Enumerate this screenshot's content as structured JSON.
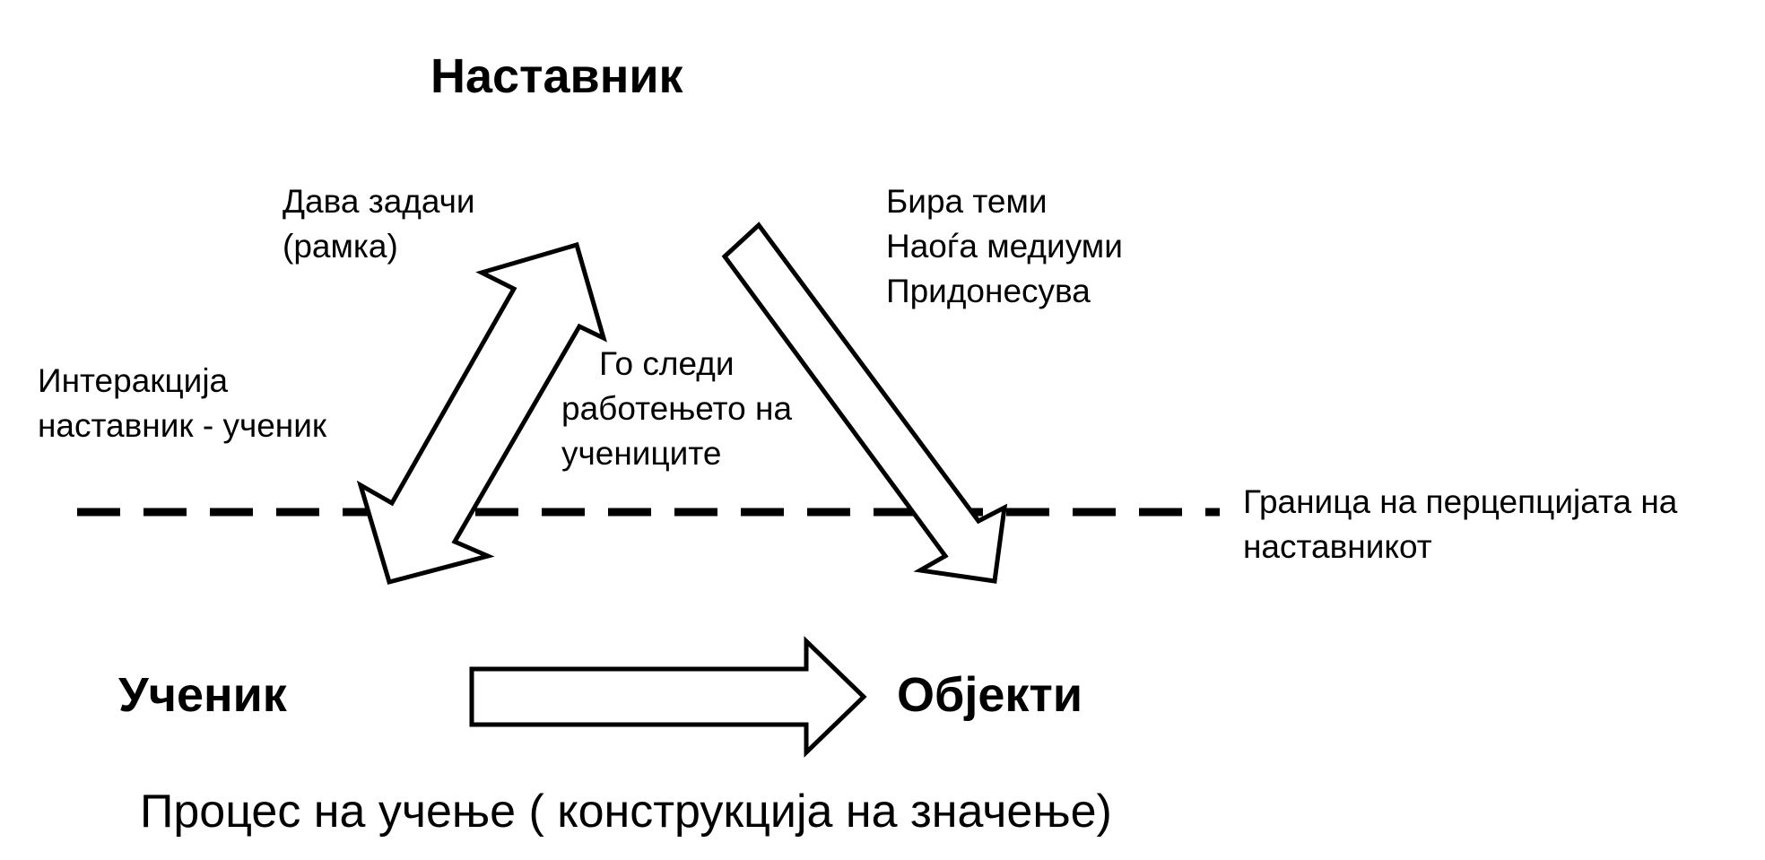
{
  "nodes": {
    "teacher": "Наставник",
    "student": "Ученик",
    "objects": "Објекти"
  },
  "labels": {
    "gives_tasks": [
      "Дава задачи",
      "(рамка)"
    ],
    "interaction": [
      "Интеракција",
      "наставник - ученик"
    ],
    "follows_work": [
      "Го следи",
      "работењето на",
      "учениците"
    ],
    "teacher_actions": [
      "Бира теми",
      "Наоѓа медиуми",
      "Придонесува"
    ],
    "perception_boundary": [
      "Граница на перцепцијата на",
      "наставникот"
    ]
  },
  "caption": "Процес на учење ( конструкција на значење)",
  "colors": {
    "stroke": "#000000",
    "fill": "#ffffff"
  }
}
